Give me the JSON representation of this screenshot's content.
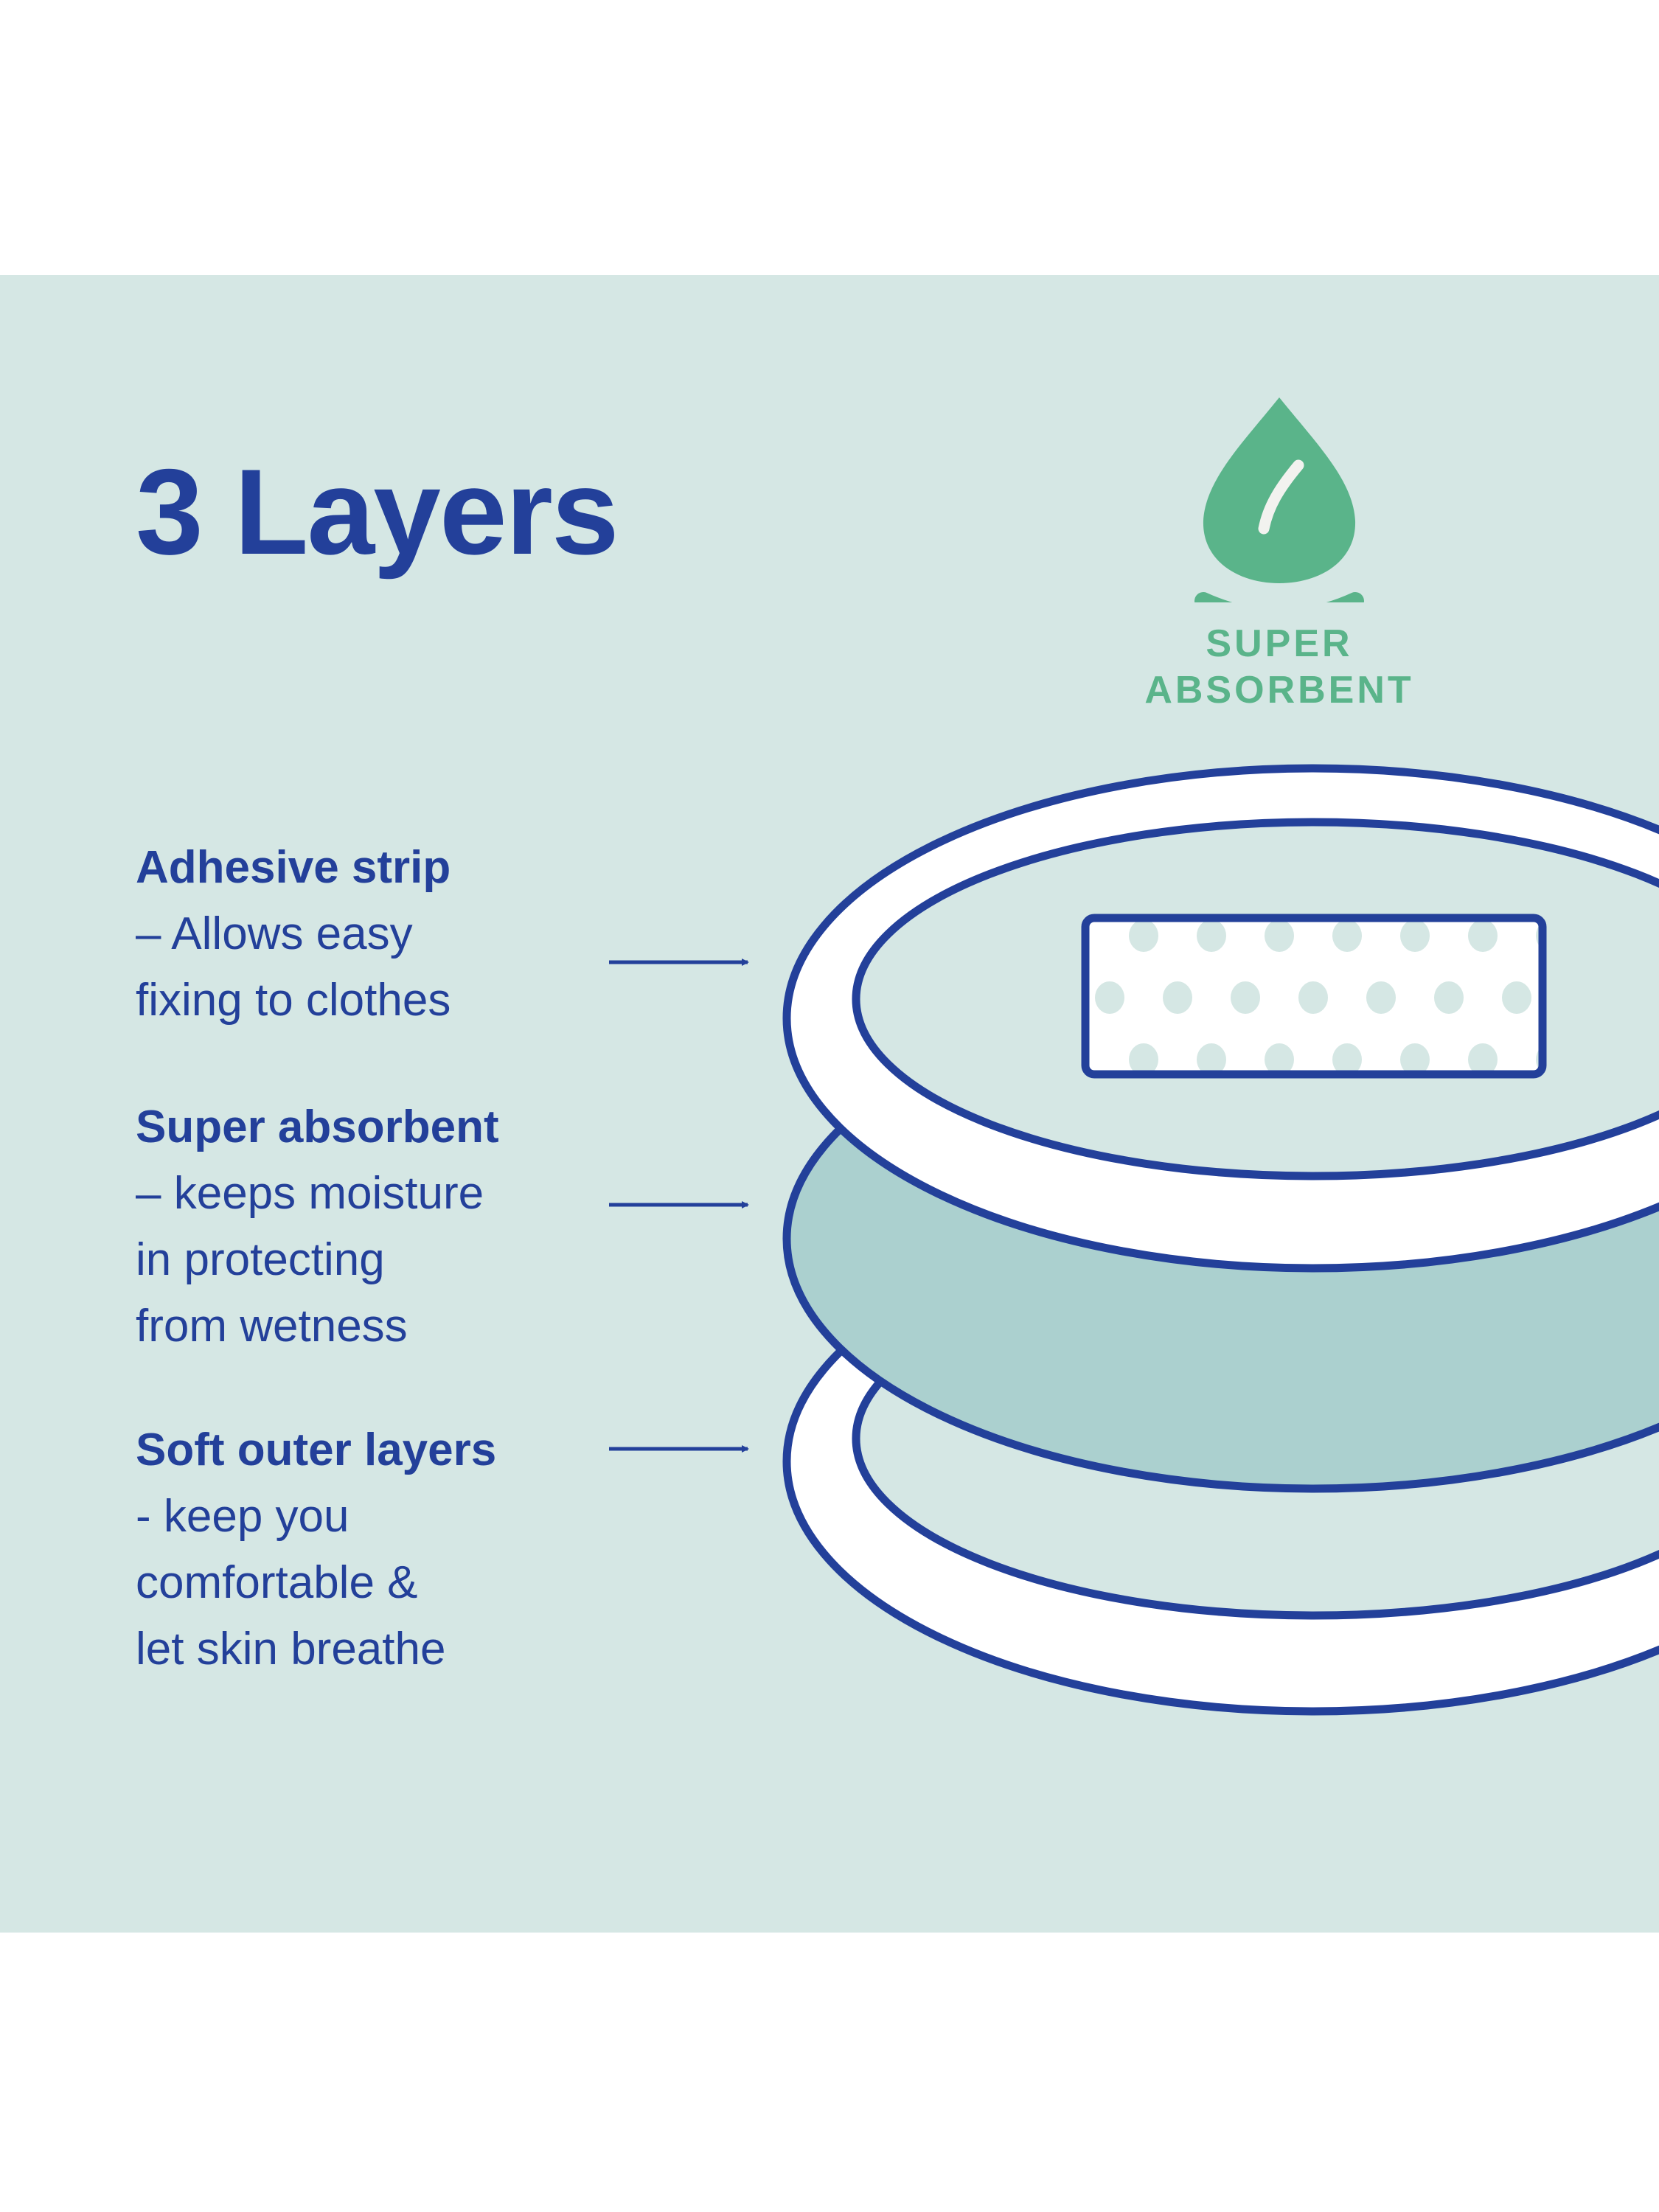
{
  "title": "3 Layers",
  "badge": {
    "icon": "water-drop-icon",
    "line1": "SUPER",
    "line2": "ABSORBENT"
  },
  "layers": [
    {
      "heading": "Adhesive strip",
      "lines": [
        "– Allows easy",
        "fixing to clothes"
      ]
    },
    {
      "heading": "Super absorbent",
      "lines": [
        "– keeps moisture",
        "in protecting",
        "from wetness"
      ]
    },
    {
      "heading": "Soft outer layers",
      "lines": [
        "- keep you",
        "comfortable &",
        "let skin breathe"
      ]
    }
  ],
  "colors": {
    "background": "#d5e7e4",
    "navy": "#23409a",
    "green": "#5ab48a",
    "core": "#abd0cf"
  }
}
